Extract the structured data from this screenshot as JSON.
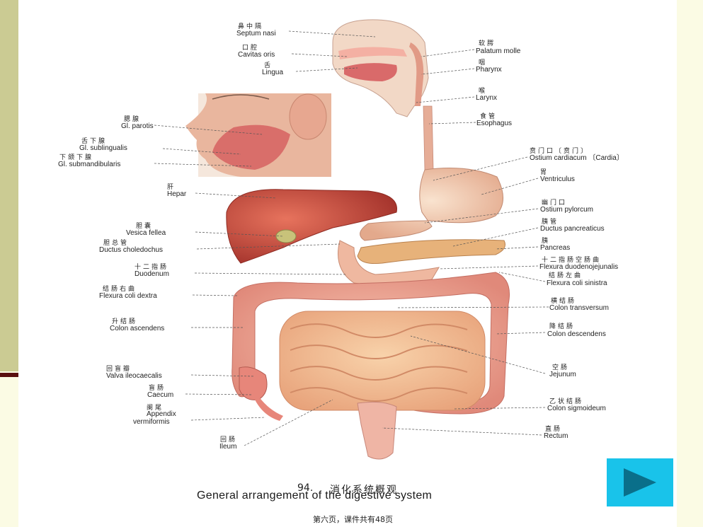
{
  "figure": {
    "labels_left": [
      {
        "cn": "鼻中隔",
        "en": "Septum nasi"
      },
      {
        "cn": "口腔",
        "en": "Cavitas oris"
      },
      {
        "cn": "舌",
        "en": "Lingua"
      },
      {
        "cn": "腮腺",
        "en": "Gl. parotis"
      },
      {
        "cn": "舌下腺",
        "en": "Gl. sublingualis"
      },
      {
        "cn": "下颌下腺",
        "en": "Gl. submandibularis"
      },
      {
        "cn": "肝",
        "en": "Hepar"
      },
      {
        "cn": "胆囊",
        "en": "Vesica fellea"
      },
      {
        "cn": "胆总管",
        "en": "Ductus choledochus"
      },
      {
        "cn": "十二指肠",
        "en": "Duodenum"
      },
      {
        "cn": "结肠右曲",
        "en": "Flexura coli dextra"
      },
      {
        "cn": "升结肠",
        "en": "Colon ascendens"
      },
      {
        "cn": "回盲瓣",
        "en": "Valva ileocaecalis"
      },
      {
        "cn": "盲肠",
        "en": "Caecum"
      },
      {
        "cn": "阑尾",
        "en": "Appendix",
        "en2": "vermiformis"
      },
      {
        "cn": "回肠",
        "en": "Ileum"
      }
    ],
    "labels_right": [
      {
        "cn": "软腭",
        "en": "Palatum molle"
      },
      {
        "cn": "咽",
        "en": "Pharynx"
      },
      {
        "cn": "喉",
        "en": "Larynx"
      },
      {
        "cn": "食管",
        "en": "Esophagus"
      },
      {
        "cn": "贲门口〔贲门〕",
        "en": "Ostium cardiacum 〔Cardia〕"
      },
      {
        "cn": "胃",
        "en": "Ventriculus"
      },
      {
        "cn": "幽门口",
        "en": "Ostium pylorcum"
      },
      {
        "cn": "胰管",
        "en": "Ductus pancreaticus"
      },
      {
        "cn": "胰",
        "en": "Pancreas"
      },
      {
        "cn": "十二指肠空肠曲",
        "en": "Flexura duodenojejunalis"
      },
      {
        "cn": "结肠左曲",
        "en": "Flexura coli sinistra"
      },
      {
        "cn": "横结肠",
        "en": "Colon transversum"
      },
      {
        "cn": "降结肠",
        "en": "Colon descendens"
      },
      {
        "cn": "空肠",
        "en": "Jejunum"
      },
      {
        "cn": "乙状结肠",
        "en": "Colon sigmoideum"
      },
      {
        "cn": "直肠",
        "en": "Rectum"
      }
    ]
  },
  "caption": {
    "number": "94.",
    "title_cn": "消化系统概观",
    "title_en": "General arrangement of the digestive system"
  },
  "footer": {
    "page_counter": "第六页，课件共有48页"
  },
  "nav": {
    "next_icon": "play-triangle-icon",
    "button_color": "#19c3ea",
    "icon_color": "#0a6f8a"
  }
}
